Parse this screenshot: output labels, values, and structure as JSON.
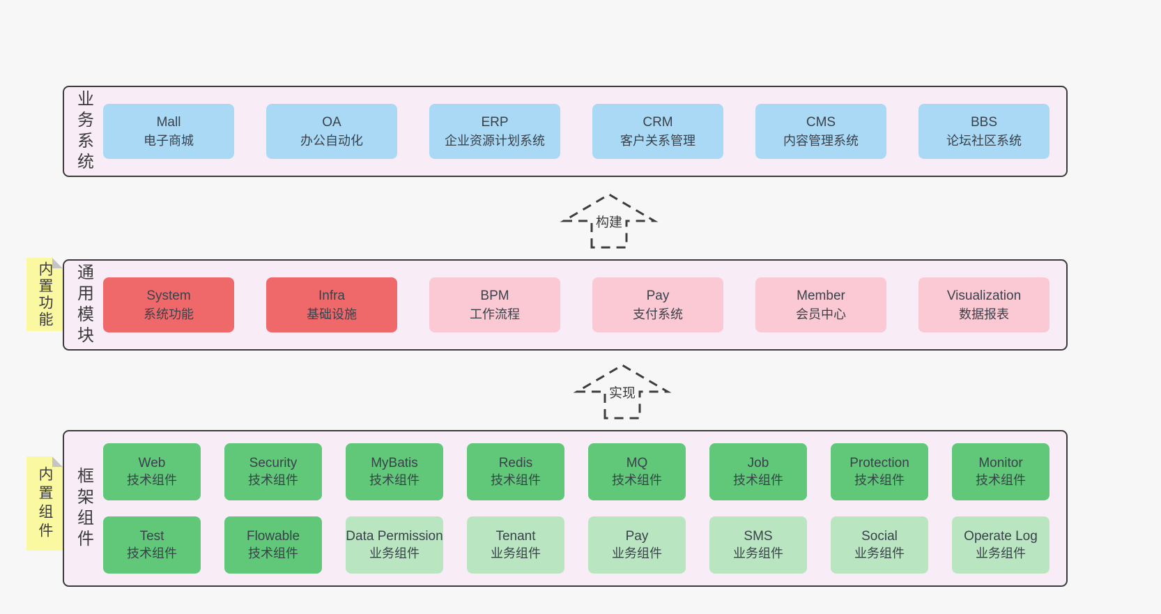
{
  "colors": {
    "page_bg": "#f7f7f7",
    "panel_bg": "#f8edf7",
    "panel_border": "#3a3a3a",
    "blue_box": "#a9d9f5",
    "red_box": "#f0696a",
    "pink_box": "#fbc9d3",
    "green_box": "#60c878",
    "light_green_box": "#bae5c1",
    "tag_yellow": "#fbf8a2",
    "fold_gray": "#c4c4c4",
    "text": "#3b3b3b"
  },
  "arrows": {
    "build": {
      "label": "构建"
    },
    "implement": {
      "label": "实现"
    }
  },
  "layers": {
    "business": {
      "side_label": "业务系统",
      "boxes": [
        {
          "title": "Mall",
          "subtitle": "电子商城",
          "variant": "blue"
        },
        {
          "title": "OA",
          "subtitle": "办公自动化",
          "variant": "blue"
        },
        {
          "title": "ERP",
          "subtitle": "企业资源计划系统",
          "variant": "blue"
        },
        {
          "title": "CRM",
          "subtitle": "客户关系管理",
          "variant": "blue"
        },
        {
          "title": "CMS",
          "subtitle": "内容管理系统",
          "variant": "blue"
        },
        {
          "title": "BBS",
          "subtitle": "论坛社区系统",
          "variant": "blue"
        }
      ]
    },
    "modules": {
      "side_label": "通用模块",
      "tag": "内置功能",
      "boxes": [
        {
          "title": "System",
          "subtitle": "系统功能",
          "variant": "red"
        },
        {
          "title": "Infra",
          "subtitle": "基础设施",
          "variant": "red"
        },
        {
          "title": "BPM",
          "subtitle": "工作流程",
          "variant": "pink"
        },
        {
          "title": "Pay",
          "subtitle": "支付系统",
          "variant": "pink"
        },
        {
          "title": "Member",
          "subtitle": "会员中心",
          "variant": "pink"
        },
        {
          "title": "Visualization",
          "subtitle": "数据报表",
          "variant": "pink"
        }
      ]
    },
    "framework": {
      "side_label": "框架组件",
      "tag": "内置组件",
      "row1": [
        {
          "title": "Web",
          "subtitle": "技术组件",
          "variant": "green"
        },
        {
          "title": "Security",
          "subtitle": "技术组件",
          "variant": "green"
        },
        {
          "title": "MyBatis",
          "subtitle": "技术组件",
          "variant": "green"
        },
        {
          "title": "Redis",
          "subtitle": "技术组件",
          "variant": "green"
        },
        {
          "title": "MQ",
          "subtitle": "技术组件",
          "variant": "green"
        },
        {
          "title": "Job",
          "subtitle": "技术组件",
          "variant": "green"
        },
        {
          "title": "Protection",
          "subtitle": "技术组件",
          "variant": "green"
        },
        {
          "title": "Monitor",
          "subtitle": "技术组件",
          "variant": "green"
        }
      ],
      "row2": [
        {
          "title": "Test",
          "subtitle": "技术组件",
          "variant": "green"
        },
        {
          "title": "Flowable",
          "subtitle": "技术组件",
          "variant": "green"
        },
        {
          "title": "Data Permission",
          "subtitle": "业务组件",
          "variant": "lgreen"
        },
        {
          "title": "Tenant",
          "subtitle": "业务组件",
          "variant": "lgreen"
        },
        {
          "title": "Pay",
          "subtitle": "业务组件",
          "variant": "lgreen"
        },
        {
          "title": "SMS",
          "subtitle": "业务组件",
          "variant": "lgreen"
        },
        {
          "title": "Social",
          "subtitle": "业务组件",
          "variant": "lgreen"
        },
        {
          "title": "Operate Log",
          "subtitle": "业务组件",
          "variant": "lgreen"
        }
      ]
    }
  }
}
